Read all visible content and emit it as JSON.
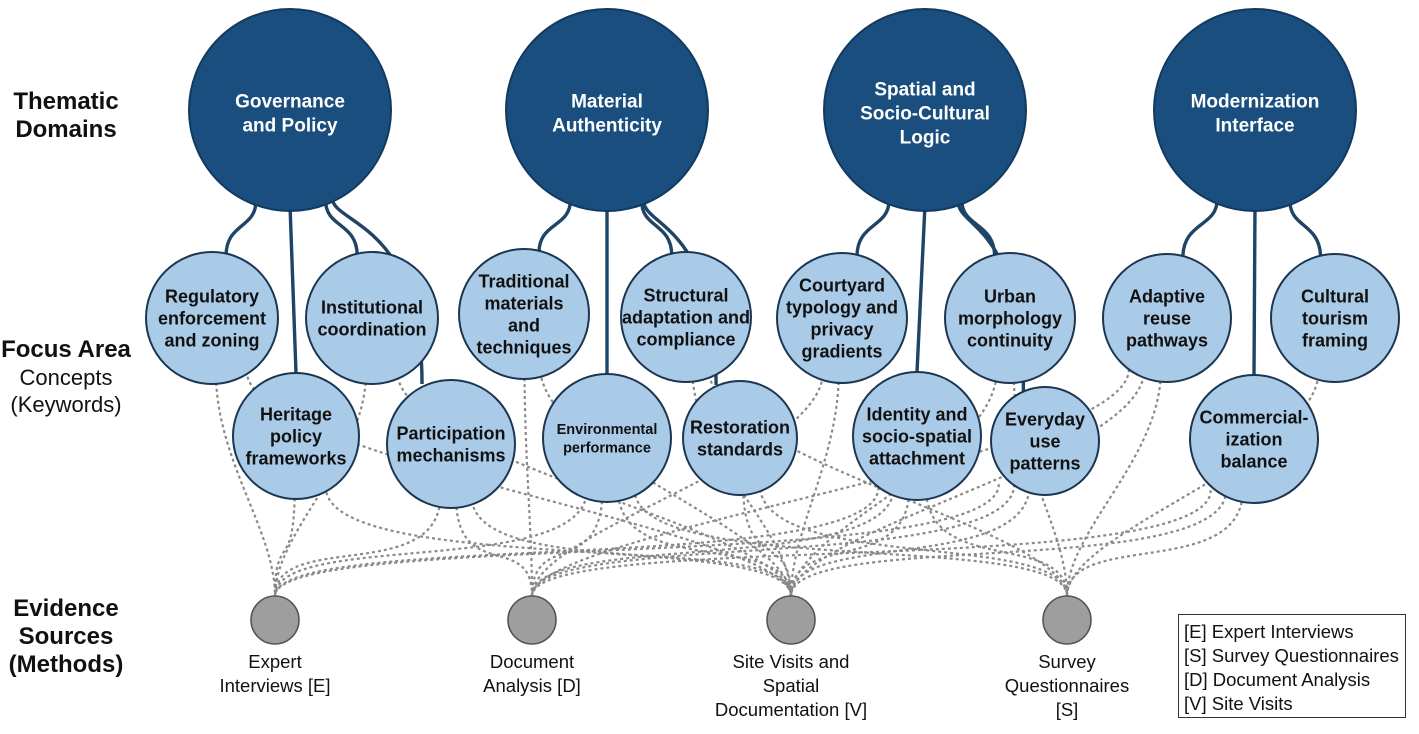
{
  "row_labels": {
    "domains_line1": "Thematic",
    "domains_line2": "Domains",
    "focus_line1": "Focus Area",
    "focus_line2": "Concepts",
    "focus_line3": "(Keywords)",
    "evidence_line1": "Evidence",
    "evidence_line2": "Sources",
    "evidence_line3": "(Methods)"
  },
  "domains": [
    {
      "id": "gov",
      "lines": [
        "Governance",
        "and Policy"
      ]
    },
    {
      "id": "mat",
      "lines": [
        "Material",
        "Authenticity"
      ]
    },
    {
      "id": "spa",
      "lines": [
        "Spatial and",
        "Socio-Cultural",
        "Logic"
      ]
    },
    {
      "id": "mod",
      "lines": [
        "Modernization",
        "Interface"
      ]
    }
  ],
  "concepts": [
    {
      "id": "reg",
      "domain": "gov",
      "lines": [
        "Regulatory",
        "enforcement",
        "and zoning"
      ],
      "sources": [
        "E",
        "V"
      ]
    },
    {
      "id": "hpf",
      "domain": "gov",
      "lines": [
        "Heritage",
        "policy",
        "frameworks"
      ],
      "sources": [
        "E",
        "V"
      ]
    },
    {
      "id": "inst",
      "domain": "gov",
      "lines": [
        "Institutional",
        "coordination"
      ],
      "sources": [
        "E",
        "V"
      ]
    },
    {
      "id": "part",
      "domain": "gov",
      "lines": [
        "Participation",
        "mechanisms"
      ],
      "sources": [
        "E",
        "D",
        "V"
      ]
    },
    {
      "id": "trad",
      "domain": "mat",
      "lines": [
        "Traditional",
        "materials",
        "and",
        "techniques"
      ],
      "sources": [
        "D",
        "V"
      ]
    },
    {
      "id": "env",
      "domain": "mat",
      "lines": [
        "Environmental",
        "performance"
      ],
      "sources": [
        "E",
        "D",
        "V",
        "S"
      ]
    },
    {
      "id": "struct",
      "domain": "mat",
      "lines": [
        "Structural",
        "adaptation and",
        "compliance"
      ],
      "sources": [
        "V",
        "S"
      ]
    },
    {
      "id": "rest",
      "domain": "mat",
      "lines": [
        "Restoration",
        "standards"
      ],
      "sources": [
        "V",
        "S"
      ]
    },
    {
      "id": "court",
      "domain": "spa",
      "lines": [
        "Courtyard",
        "typology and",
        "privacy",
        "gradients"
      ],
      "sources": [
        "D",
        "V"
      ]
    },
    {
      "id": "ident",
      "domain": "spa",
      "lines": [
        "Identity and",
        "socio-spatial",
        "attachment"
      ],
      "sources": [
        "E",
        "D",
        "V",
        "S"
      ]
    },
    {
      "id": "urban",
      "domain": "spa",
      "lines": [
        "Urban",
        "morphology",
        "continuity"
      ],
      "sources": [
        "V",
        "S"
      ]
    },
    {
      "id": "every",
      "domain": "spa",
      "lines": [
        "Everyday",
        "use",
        "patterns"
      ],
      "sources": [
        "E",
        "D",
        "V"
      ]
    },
    {
      "id": "adapt",
      "domain": "mod",
      "lines": [
        "Adaptive",
        "reuse",
        "pathways"
      ],
      "sources": [
        "D",
        "V",
        "S"
      ]
    },
    {
      "id": "comm",
      "domain": "mod",
      "lines": [
        "Commercial-",
        "ization",
        "balance"
      ],
      "sources": [
        "D",
        "V",
        "S"
      ]
    },
    {
      "id": "tour",
      "domain": "mod",
      "lines": [
        "Cultural",
        "tourism",
        "framing"
      ],
      "sources": [
        "S"
      ]
    }
  ],
  "sources": [
    {
      "id": "E",
      "lines": [
        "Expert",
        "Interviews [E]"
      ]
    },
    {
      "id": "D",
      "lines": [
        "Document",
        "Analysis [D]"
      ]
    },
    {
      "id": "V",
      "lines": [
        "Site Visits and",
        "Spatial",
        "Documentation [V]"
      ]
    },
    {
      "id": "S",
      "lines": [
        "Survey",
        "Questionnaires",
        "[S]"
      ]
    }
  ],
  "legend": [
    "[E] Expert Interviews",
    "[S] Survey Questionnaires",
    "[D] Document Analysis",
    "[V] Site Visits"
  ],
  "colors": {
    "domain_fill": "#1a4e7e",
    "domain_text": "#ffffff",
    "concept_fill": "#a9cbe8",
    "concept_stroke": "#1c3550",
    "branch_line": "#1e4466",
    "source_fill": "#9e9e9e",
    "dotted_line": "#8a8a8a"
  }
}
